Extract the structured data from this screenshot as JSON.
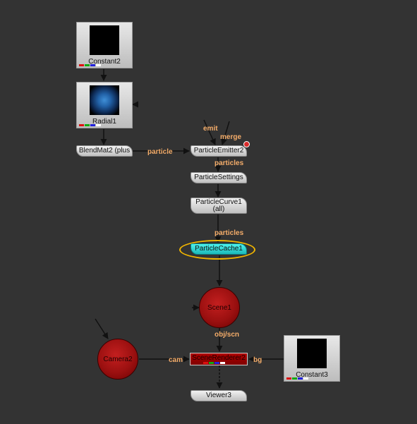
{
  "graph": {
    "background": "#333333",
    "nodes": {
      "constant2": {
        "label": "Constant2"
      },
      "radial1": {
        "label": "Radial1"
      },
      "blendmat2": {
        "label": "BlendMat2 (plus"
      },
      "particle_emitter2": {
        "label": "ParticleEmitter2"
      },
      "particle_settings": {
        "label": "ParticleSettings"
      },
      "particle_curve1": {
        "label_line1": "ParticleCurve1",
        "label_line2": "(all)"
      },
      "particle_cache1": {
        "label": "ParticleCache1",
        "selected": true
      },
      "scene1": {
        "label": "Scene1"
      },
      "camera2": {
        "label": "Camera2"
      },
      "scene_renderer2": {
        "label": "SceneRenderer2"
      },
      "constant3": {
        "label": "Constant3"
      },
      "viewer3": {
        "label": "Viewer3"
      }
    },
    "port_labels": {
      "emit": "emit",
      "merge": "merge",
      "particle": "particle",
      "particles_top": "particles",
      "particles_cache": "particles",
      "obj_scn": "obj/scn",
      "cam": "cam",
      "bg": "bg"
    },
    "colors": {
      "selection_ring": "#f0b400",
      "port_label": "#f5ad6a",
      "selected_node": "#2fd6d4",
      "scene_node": "#9b1010",
      "wire": "#111111"
    }
  }
}
